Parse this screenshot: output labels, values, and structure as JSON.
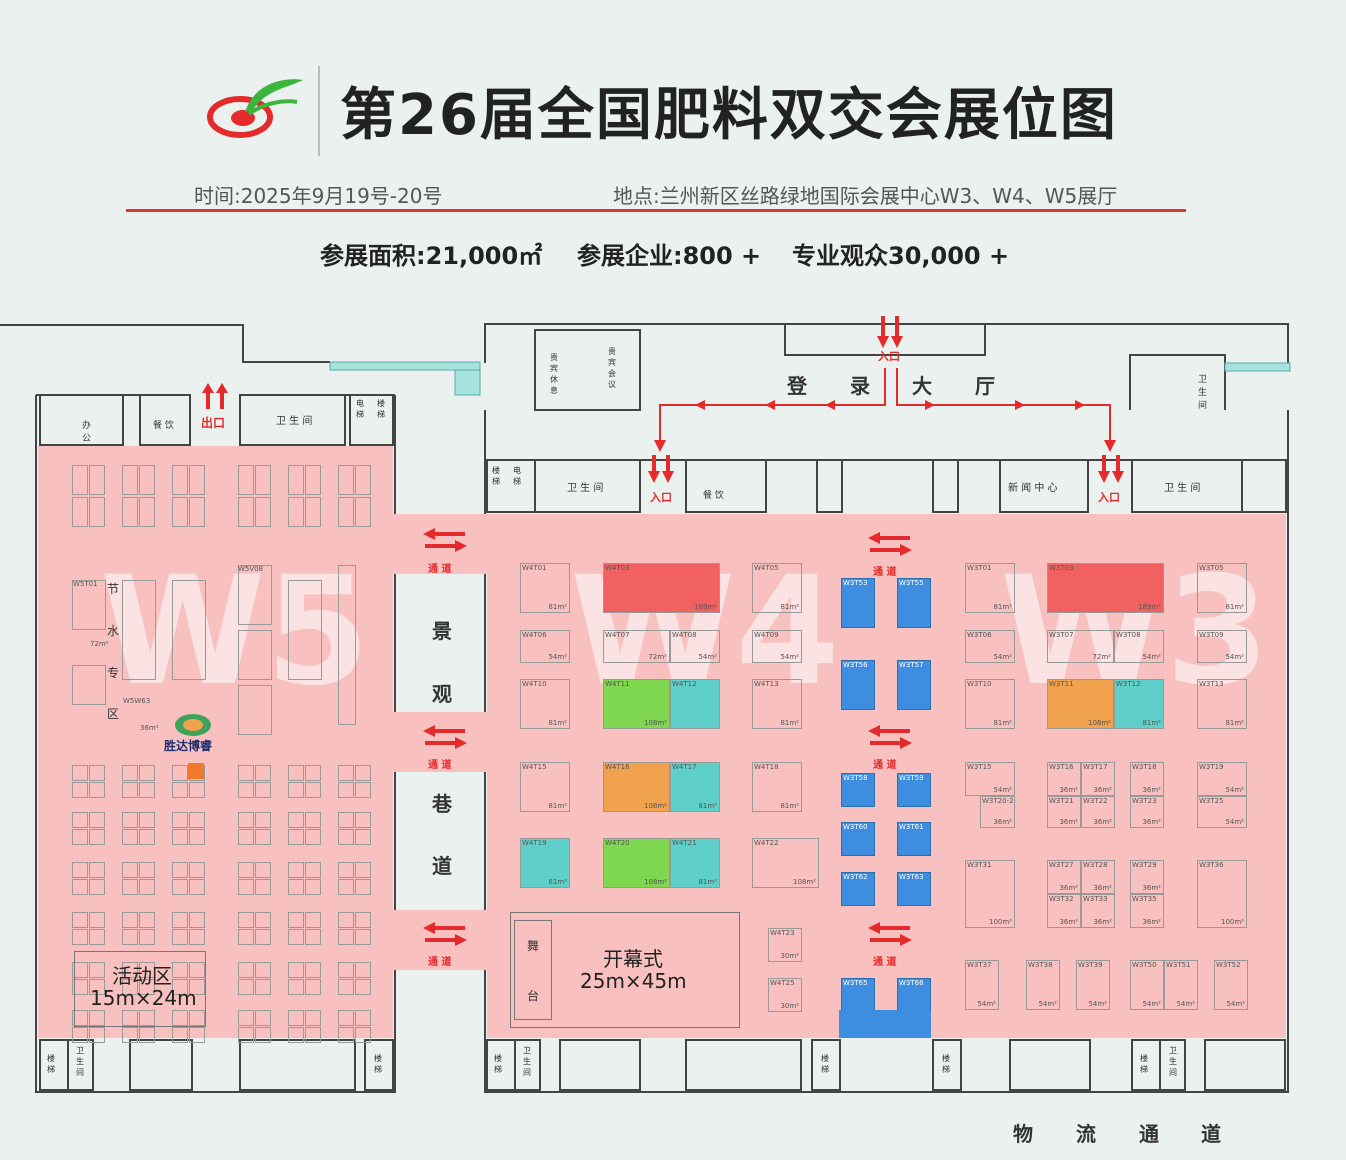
{
  "header": {
    "title": "第26届全国肥料双交会展位图",
    "time": "时间:2025年9月19号-20号",
    "location": "地点:兰州新区丝路绿地国际会展中心W3、W4、W5展厅"
  },
  "stats": {
    "area": "参展面积:21,000㎡",
    "companies": "参展企业:800 +",
    "audience": "专业观众30,000 +"
  },
  "colors": {
    "hall": "#f8c1c0",
    "accent": "#e42a2a",
    "blue": "#3d8ee0",
    "green": "#7fd64f",
    "teal": "#5ecfc9",
    "orange": "#f0a24f",
    "red": "#f26161"
  },
  "halls": {
    "w5": "W5",
    "w4": "W4",
    "w3": "W3"
  },
  "top_rooms": {
    "exit": "出口",
    "w5_toilet": "卫 生 间",
    "w5_dining": "餐 饮",
    "w5_office": "办公",
    "w5_stairs": "楼梯",
    "w5_elevator": "电梯",
    "vip_rest": "贵宾休息",
    "vip_meeting": "贵宾会议",
    "entry_top": "入口",
    "reg_hall": [
      "登",
      "录",
      "大",
      "厅"
    ],
    "w4_toilet": "卫 生 间",
    "w4_dining": "餐 饮",
    "w4_entry": "入口",
    "news_center": "新 闻 中 心",
    "w3_toilet": "卫 生 间",
    "w3_entry": "入口",
    "right_toilet": "卫生间"
  },
  "corridor": {
    "label": "通 道",
    "landscape": [
      "景",
      "观",
      "巷",
      "道"
    ]
  },
  "w5": {
    "water_zone": [
      "节",
      "水",
      "专",
      "区"
    ],
    "activity": "活动区",
    "activity_size": "15m×24m",
    "sponsor_logo": "胜达博睿",
    "booths": [
      "W5T01",
      "W5V08",
      "W5W63"
    ],
    "area_72": "72m²",
    "area_36": "36m²"
  },
  "w4": {
    "booths": [
      "W4T01",
      "W4T03",
      "W4T05",
      "W4T06",
      "W4T07",
      "W4T08",
      "W4T09",
      "W4T10",
      "W4T11",
      "W4T12",
      "W4T13",
      "W4T15",
      "W4T16",
      "W4T17",
      "W4T18",
      "W4T19",
      "W4T20",
      "W4T21",
      "W4T22",
      "W4T23",
      "W4T25"
    ],
    "opening_title": "开幕式",
    "opening_size": "25m×45m",
    "stage": [
      "舞",
      "台"
    ],
    "a189": "189m²",
    "a108": "108m²",
    "a72": "72m²",
    "a81": "81m²",
    "a54": "54m²",
    "a30": "30m²"
  },
  "w3": {
    "booths": [
      "W3T01",
      "W3T03",
      "W3T05",
      "W3T06",
      "W3T07",
      "W3T08",
      "W3T09",
      "W3T10",
      "W3T11",
      "W3T12",
      "W3T13",
      "W3T15",
      "W3T16",
      "W3T17",
      "W3T18",
      "W3T19",
      "W3T20-2",
      "W3T21",
      "W3T22",
      "W3T23",
      "W3T25",
      "W3T27",
      "W3T28",
      "W3T29",
      "W3T31",
      "W3T32",
      "W3T33",
      "W3T35",
      "W3T36",
      "W3T37",
      "W3T38",
      "W3T39",
      "W3T50",
      "W3T51",
      "W3T52"
    ],
    "mid_booths": [
      "W3T53",
      "W3T55",
      "W3T56",
      "W3T57",
      "W3T58",
      "W3T59",
      "W3T60",
      "W3T61",
      "W3T62",
      "W3T63",
      "W3T65",
      "W3T66"
    ],
    "a189": "189m²",
    "a108": "108m²",
    "a72": "72m²",
    "a81": "81m²",
    "a54": "54m²",
    "a36": "36m²",
    "a100": "100m²"
  },
  "bottom": {
    "stairs": "楼梯",
    "toilet": "卫生间"
  },
  "logistics": [
    "物",
    "流",
    "通",
    "道"
  ]
}
